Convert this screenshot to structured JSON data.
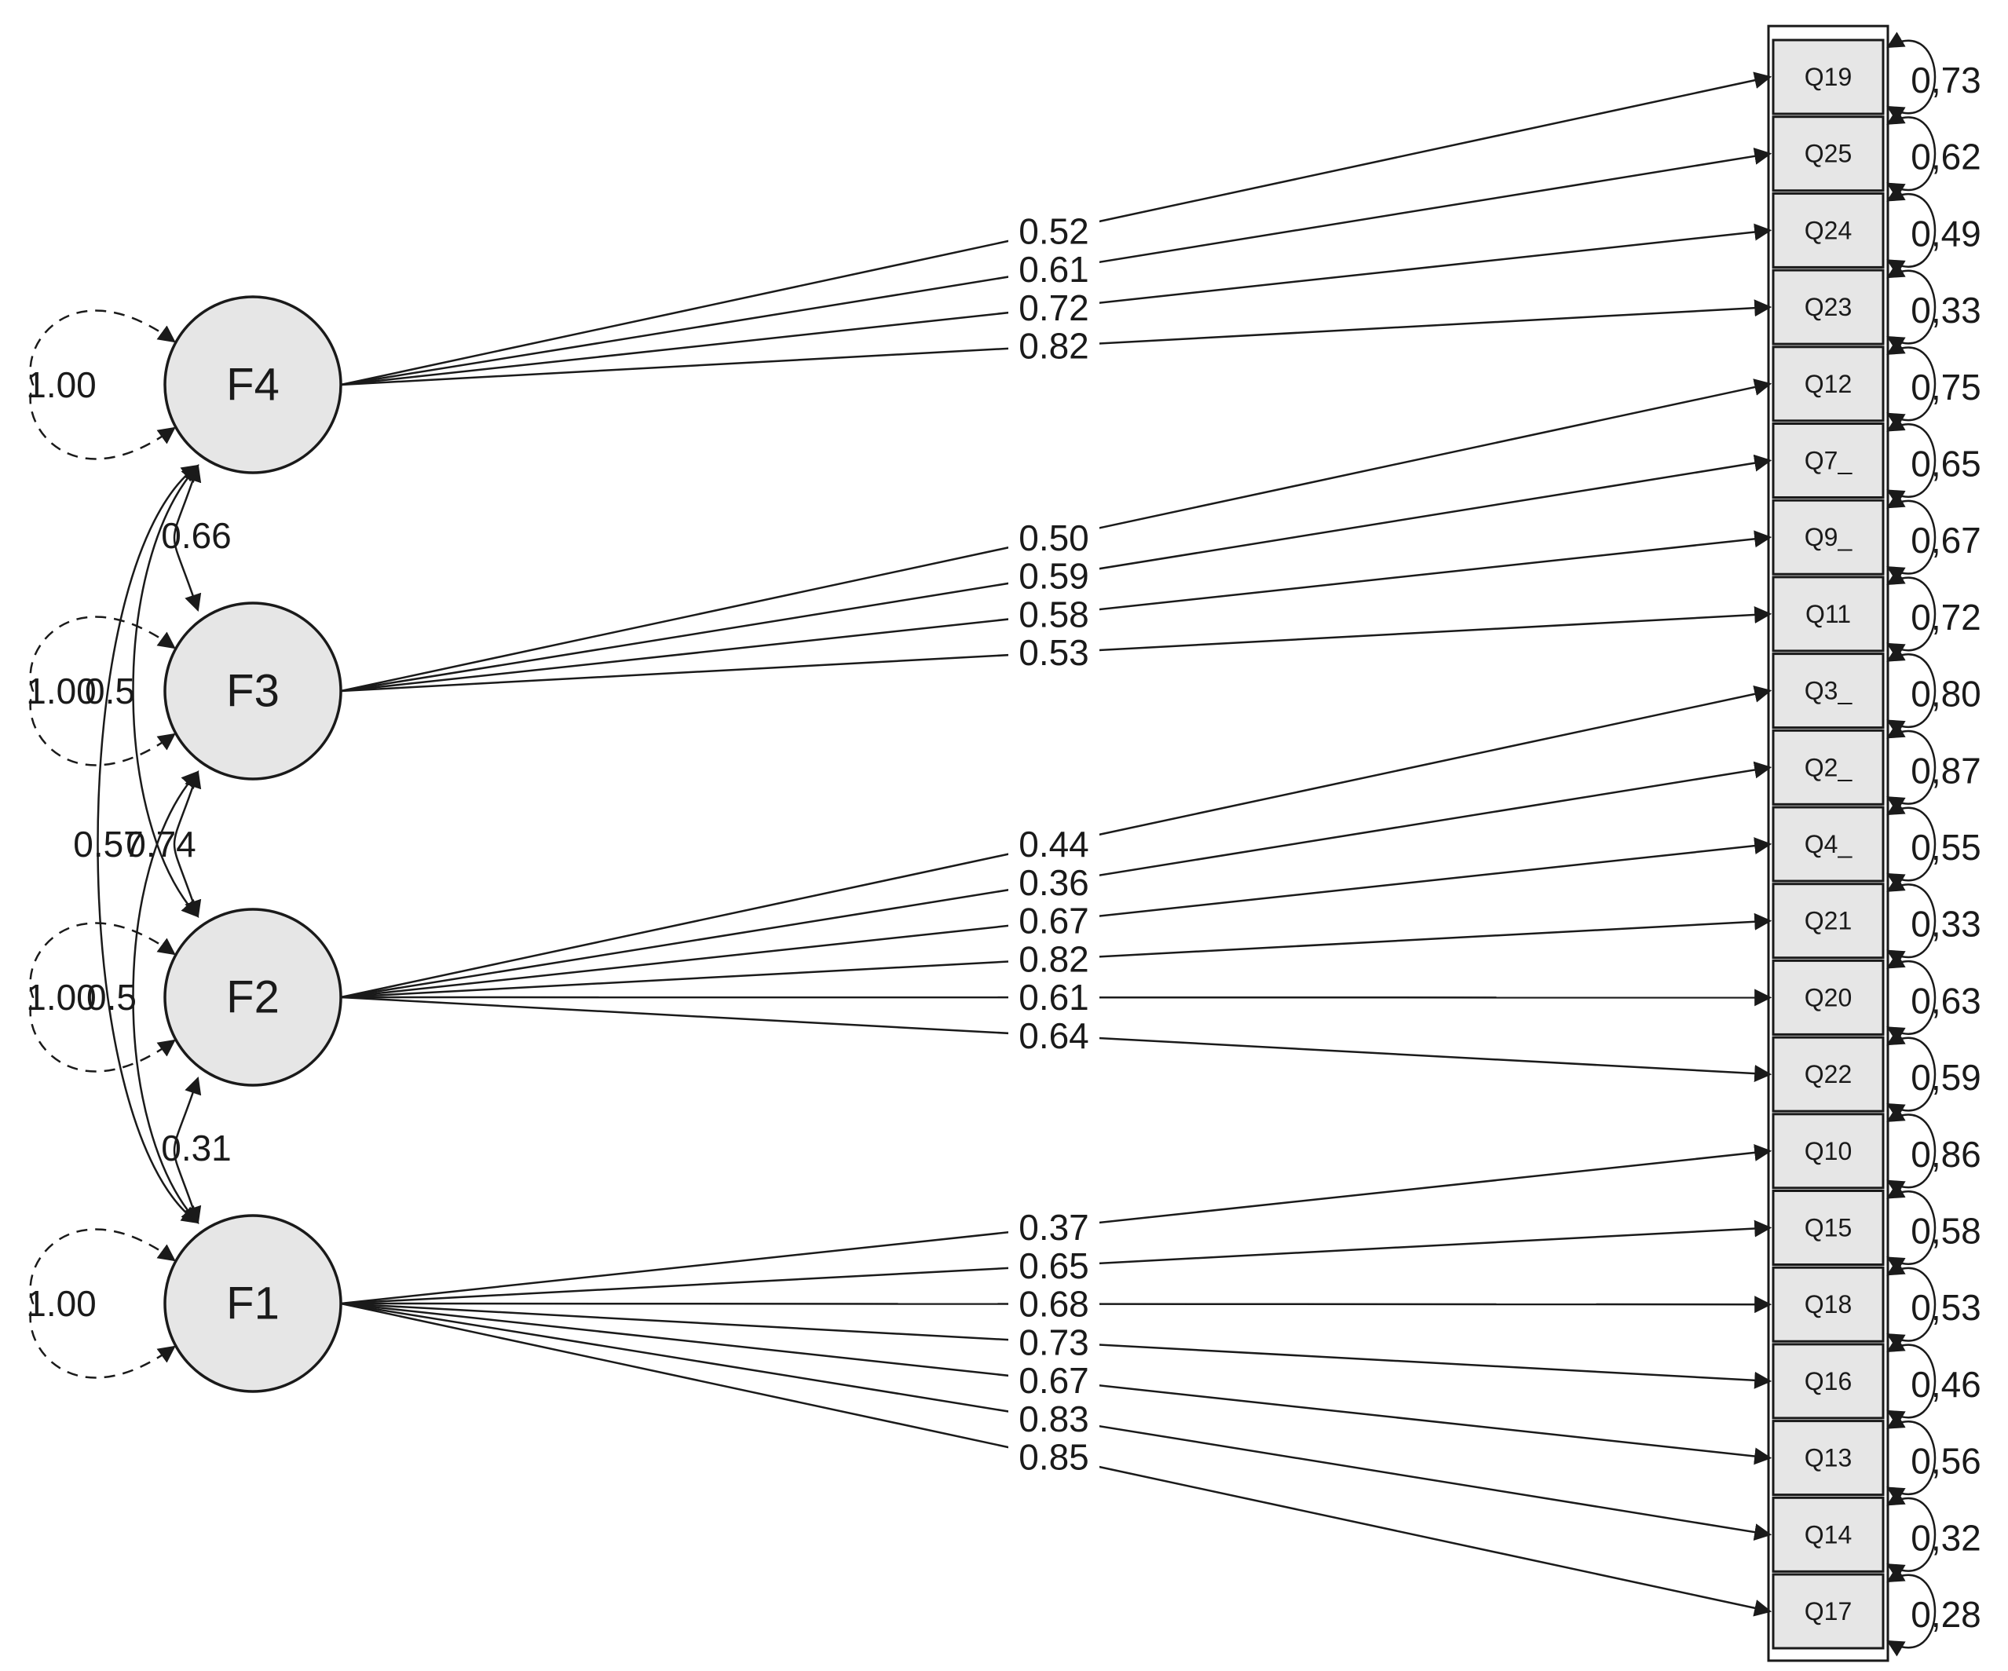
{
  "factors": [
    {
      "id": "F4",
      "label": "F4",
      "variance": "1.00"
    },
    {
      "id": "F3",
      "label": "F3",
      "variance": "1.00"
    },
    {
      "id": "F2",
      "label": "F2",
      "variance": "1.00"
    },
    {
      "id": "F1",
      "label": "F1",
      "variance": "1.00"
    }
  ],
  "items": [
    {
      "label": "Q19",
      "residual": "0,73"
    },
    {
      "label": "Q25",
      "residual": "0,62"
    },
    {
      "label": "Q24",
      "residual": "0,49"
    },
    {
      "label": "Q23",
      "residual": "0,33"
    },
    {
      "label": "Q12",
      "residual": "0,75"
    },
    {
      "label": "Q7_",
      "residual": "0,65"
    },
    {
      "label": "Q9_",
      "residual": "0,67"
    },
    {
      "label": "Q11",
      "residual": "0,72"
    },
    {
      "label": "Q3_",
      "residual": "0,80"
    },
    {
      "label": "Q2_",
      "residual": "0,87"
    },
    {
      "label": "Q4_",
      "residual": "0,55"
    },
    {
      "label": "Q21",
      "residual": "0,33"
    },
    {
      "label": "Q20",
      "residual": "0,63"
    },
    {
      "label": "Q22",
      "residual": "0,59"
    },
    {
      "label": "Q10",
      "residual": "0,86"
    },
    {
      "label": "Q15",
      "residual": "0,58"
    },
    {
      "label": "Q18",
      "residual": "0,53"
    },
    {
      "label": "Q16",
      "residual": "0,46"
    },
    {
      "label": "Q13",
      "residual": "0,56"
    },
    {
      "label": "Q14",
      "residual": "0,32"
    },
    {
      "label": "Q17",
      "residual": "0,28"
    }
  ],
  "loadings": [
    {
      "factor": 0,
      "item": 0,
      "value": "0.52"
    },
    {
      "factor": 0,
      "item": 1,
      "value": "0.61"
    },
    {
      "factor": 0,
      "item": 2,
      "value": "0.72"
    },
    {
      "factor": 0,
      "item": 3,
      "value": "0.82"
    },
    {
      "factor": 1,
      "item": 4,
      "value": "0.50"
    },
    {
      "factor": 1,
      "item": 5,
      "value": "0.59"
    },
    {
      "factor": 1,
      "item": 6,
      "value": "0.58"
    },
    {
      "factor": 1,
      "item": 7,
      "value": "0.53"
    },
    {
      "factor": 2,
      "item": 8,
      "value": "0.44"
    },
    {
      "factor": 2,
      "item": 9,
      "value": "0.36"
    },
    {
      "factor": 2,
      "item": 10,
      "value": "0.67"
    },
    {
      "factor": 2,
      "item": 11,
      "value": "0.82"
    },
    {
      "factor": 2,
      "item": 12,
      "value": "0.61"
    },
    {
      "factor": 2,
      "item": 13,
      "value": "0.64"
    },
    {
      "factor": 3,
      "item": 14,
      "value": "0.37"
    },
    {
      "factor": 3,
      "item": 15,
      "value": "0.65"
    },
    {
      "factor": 3,
      "item": 16,
      "value": "0.68"
    },
    {
      "factor": 3,
      "item": 17,
      "value": "0.73"
    },
    {
      "factor": 3,
      "item": 18,
      "value": "0.67"
    },
    {
      "factor": 3,
      "item": 19,
      "value": "0.83"
    },
    {
      "factor": 3,
      "item": 20,
      "value": "0.85"
    }
  ],
  "covariances": [
    {
      "from": 0,
      "to": 1,
      "value": "0.66"
    },
    {
      "from": 0,
      "to": 2,
      "value": "0.5"
    },
    {
      "from": 0,
      "to": 3,
      "value": "0.57"
    },
    {
      "from": 1,
      "to": 2,
      "value": "0.74"
    },
    {
      "from": 1,
      "to": 3,
      "value": "0.5"
    },
    {
      "from": 2,
      "to": 3,
      "value": "0.31"
    }
  ]
}
